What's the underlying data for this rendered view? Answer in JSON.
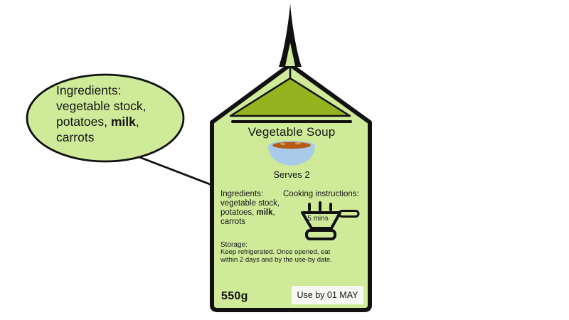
{
  "colors": {
    "label_green": "#cfeb9a",
    "gable_olive": "#93b41f",
    "outline_black": "#111111",
    "bowl_blue": "#a9cae9",
    "soup_brown": "#b45b16",
    "soup_veg_tan": "#cf9b52",
    "use_by_bg": "#f7f7f3"
  },
  "speech_bubble": {
    "heading": "Ingredients:",
    "line2": "vegetable stock,",
    "line3_pre": "potatoes, ",
    "line3_bold": "milk",
    "line3_post": ",",
    "line4": "carrots"
  },
  "carton": {
    "title": "Vegetable Soup",
    "serves": "Serves 2",
    "ingredients": {
      "heading": "Ingredients:",
      "line2": "vegetable stock,",
      "line3_pre": "potatoes, ",
      "line3_bold": "milk",
      "line3_post": ",",
      "line4": "carrots"
    },
    "cooking": {
      "heading": "Cooking instructions:",
      "time": "5 mins"
    },
    "storage": {
      "heading": "Storage:",
      "line1": "Keep refrigerated. Once opened, eat",
      "line2": "within 2 days and by the use-by date."
    },
    "weight": "550g",
    "use_by": "Use by 01 MAY"
  }
}
